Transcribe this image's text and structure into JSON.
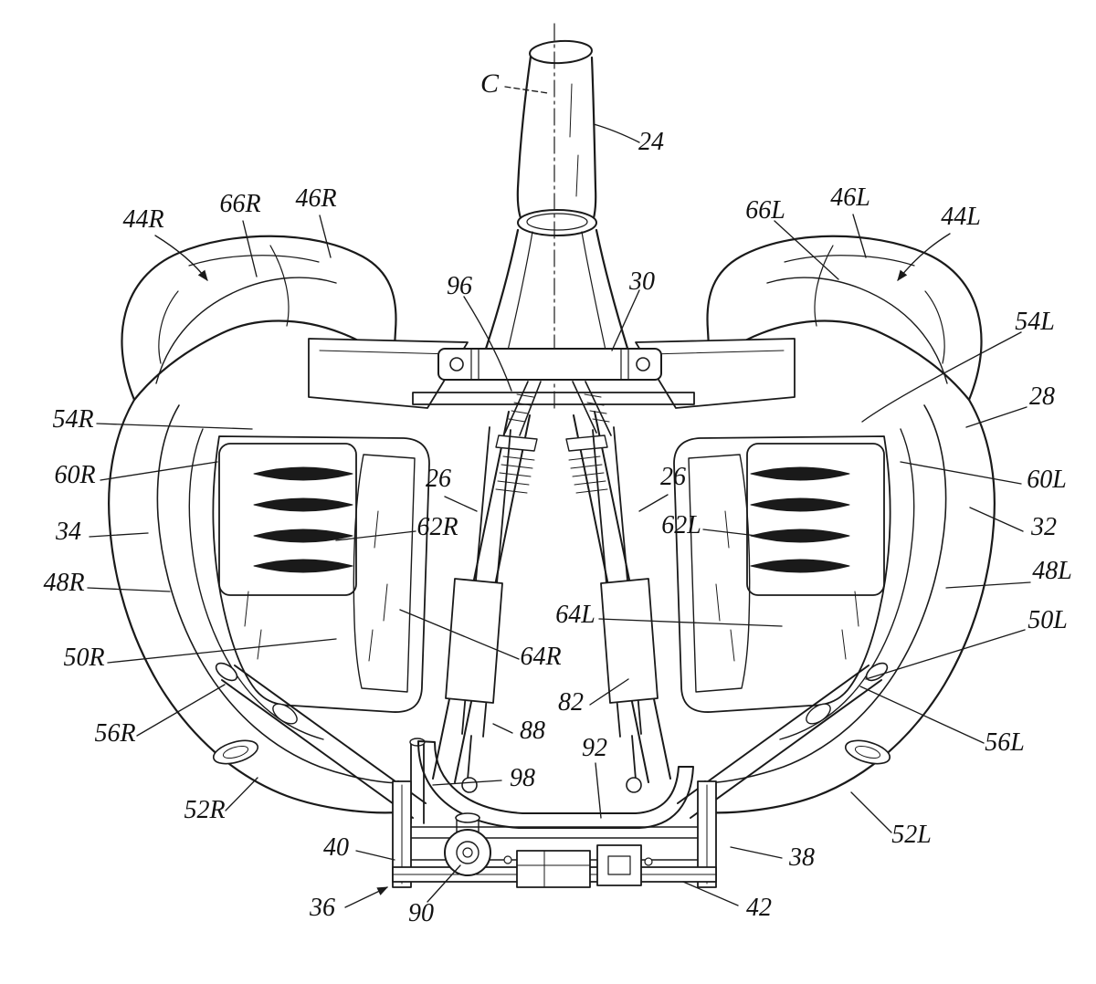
{
  "figure": {
    "kind": "patent-style line drawing, front view of vehicle front-end assembly",
    "background": "#ffffff",
    "ink_color": "#1a1a1a"
  },
  "labels": {
    "c": "C",
    "n24": "24",
    "n26a": "26",
    "n26b": "26",
    "n28": "28",
    "n30": "30",
    "n32": "32",
    "n34": "34",
    "n36": "36",
    "n38": "38",
    "n40": "40",
    "n42": "42",
    "n44r": "44R",
    "n44l": "44L",
    "n46r": "46R",
    "n46l": "46L",
    "n48r": "48R",
    "n48l": "48L",
    "n50r": "50R",
    "n50l": "50L",
    "n52r": "52R",
    "n52l": "52L",
    "n54r": "54R",
    "n54l": "54L",
    "n56r": "56R",
    "n56l": "56L",
    "n60r": "60R",
    "n60l": "60L",
    "n62r": "62R",
    "n62l": "62L",
    "n64r": "64R",
    "n64l": "64L",
    "n66r": "66R",
    "n66l": "66L",
    "n82": "82",
    "n88": "88",
    "n90": "90",
    "n92": "92",
    "n96": "96",
    "n98": "98"
  }
}
